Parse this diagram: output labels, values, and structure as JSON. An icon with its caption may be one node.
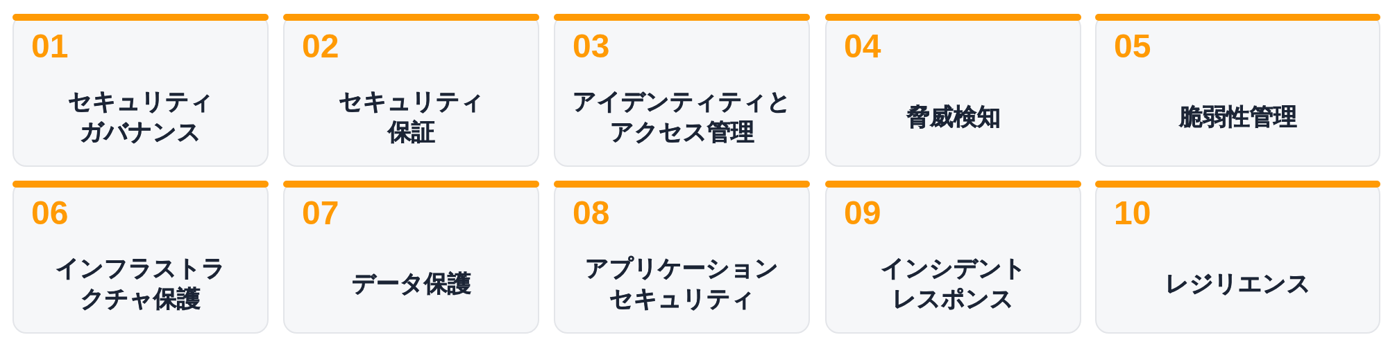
{
  "diagram": {
    "nodes": [
      {
        "text": [
          "01",
          "セキュリティガバナンス"
        ]
      },
      {
        "text": [
          "02",
          "セキュリティ保証"
        ]
      },
      {
        "text": [
          "03",
          "アイデンティティとアクセス管理"
        ]
      },
      {
        "text": [
          "04",
          "脅威検知"
        ]
      },
      {
        "text": [
          "05",
          "脆弱性管理"
        ]
      },
      {
        "text": [
          "06",
          "インフラストラクチャ保護"
        ]
      },
      {
        "text": [
          "07",
          "データ保護"
        ]
      },
      {
        "text": [
          "08",
          "アプリケーションセキュリティ"
        ]
      },
      {
        "text": [
          "09",
          "インシデントレスポンス"
        ]
      },
      {
        "text": [
          "10",
          "レジリエンス"
        ]
      }
    ]
  }
}
